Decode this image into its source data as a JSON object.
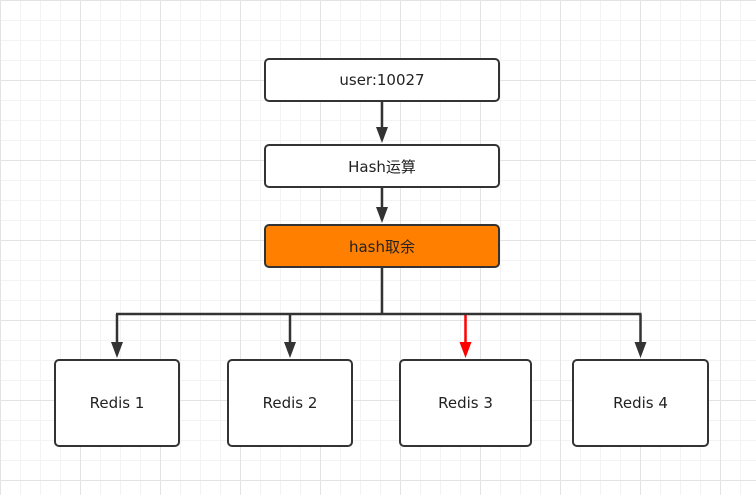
{
  "diagram": {
    "nodes": {
      "key": {
        "label": "user:10027"
      },
      "hash_op": {
        "label": "Hash运算"
      },
      "modulo": {
        "label": "hash取余"
      },
      "redis1": {
        "label": "Redis 1"
      },
      "redis2": {
        "label": "Redis 2"
      },
      "redis3": {
        "label": "Redis 3"
      },
      "redis4": {
        "label": "Redis 4"
      }
    },
    "edges": [
      {
        "from": "key",
        "to": "hash_op"
      },
      {
        "from": "hash_op",
        "to": "modulo"
      },
      {
        "from": "modulo",
        "to": "redis1"
      },
      {
        "from": "modulo",
        "to": "redis2"
      },
      {
        "from": "modulo",
        "to": "redis3",
        "highlighted": true
      },
      {
        "from": "modulo",
        "to": "redis4"
      }
    ],
    "colors": {
      "modulo_fill": "#ff8000",
      "node_border": "#333333",
      "edge": "#333333",
      "highlight_edge": "#ff0000"
    }
  }
}
